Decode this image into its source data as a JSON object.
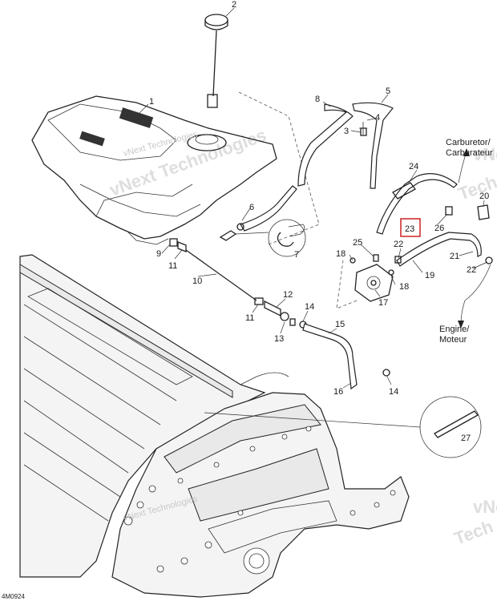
{
  "callouts": {
    "c1": "1",
    "c2": "2",
    "c3": "3",
    "c4": "4",
    "c5": "5",
    "c6": "6",
    "c7": "7",
    "c8": "8",
    "c9": "9",
    "c10": "10",
    "c11a": "11",
    "c11b": "11",
    "c12": "12",
    "c13": "13",
    "c14a": "14",
    "c14b": "14",
    "c15": "15",
    "c16": "16",
    "c17": "17",
    "c18a": "18",
    "c18b": "18",
    "c19": "19",
    "c20": "20",
    "c21": "21",
    "c22a": "22",
    "c22b": "22",
    "c23": "23",
    "c24": "24",
    "c25": "25",
    "c26": "26",
    "c27": "27"
  },
  "labels": {
    "carb_en": "Carburetor/",
    "carb_fr": "Carburateur",
    "engine_en": "Engine/",
    "engine_fr": "Moteur",
    "drawing_id": "4M0924"
  },
  "watermarks": {
    "w1": "vNext Technologies",
    "w2": "vNext Technologies",
    "w3": "vNext",
    "w4": "Tech",
    "w5": "vNext",
    "w6": "Tech"
  },
  "highlight": {
    "color": "#cc2222"
  }
}
